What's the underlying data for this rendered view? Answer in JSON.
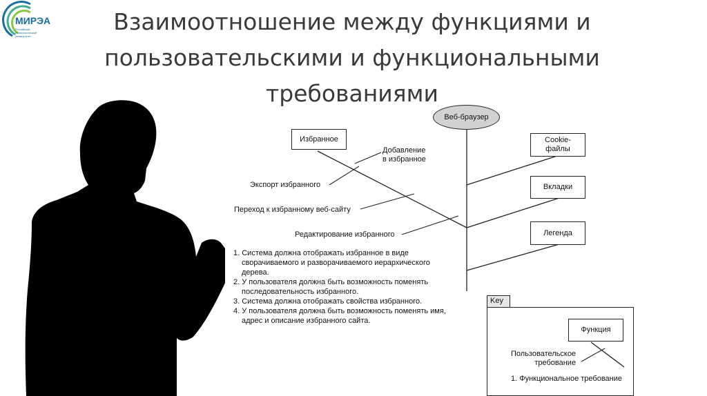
{
  "slide": {
    "title_lines": [
      "Взаимоотношение между функциями и",
      "пользовательскими и функциональными",
      "требованиями"
    ]
  },
  "logo": {
    "name": "МИРЭА",
    "subtitle": "Российский технологический университет"
  },
  "diagram": {
    "root": "Веб-браузер",
    "features_left": [
      "Избранное"
    ],
    "features_right": [
      "Cookie-\nфайлы",
      "Вкладки",
      "Легенда"
    ],
    "user_requirements": [
      "Добавление\nв избранное",
      "Экспорт избранного",
      "Переход к избранному веб-сайту",
      "Редактирование избранного"
    ],
    "functional_requirements": [
      "1. Система должна отображать избранное в виде сворачиваемого и разворачиваемого иерархического дерева.",
      "2. У пользователя должна быть возможность поменять последовательность избранного.",
      "3. Система должна отображать свойства избранного.",
      "4. У пользователя должна быть возможность поменять имя, адрес и описание избранного сайта."
    ],
    "key": {
      "title": "Key",
      "feature": "Функция",
      "user_requirement": "Пользовательское\nтребование",
      "functional_requirement": "1. Функциональное требование"
    }
  },
  "colors": {
    "title": "#3a3a3a",
    "oval_fill": "#d2d2d2",
    "silhouette": "#000000",
    "logo": "#1a6e9e"
  }
}
